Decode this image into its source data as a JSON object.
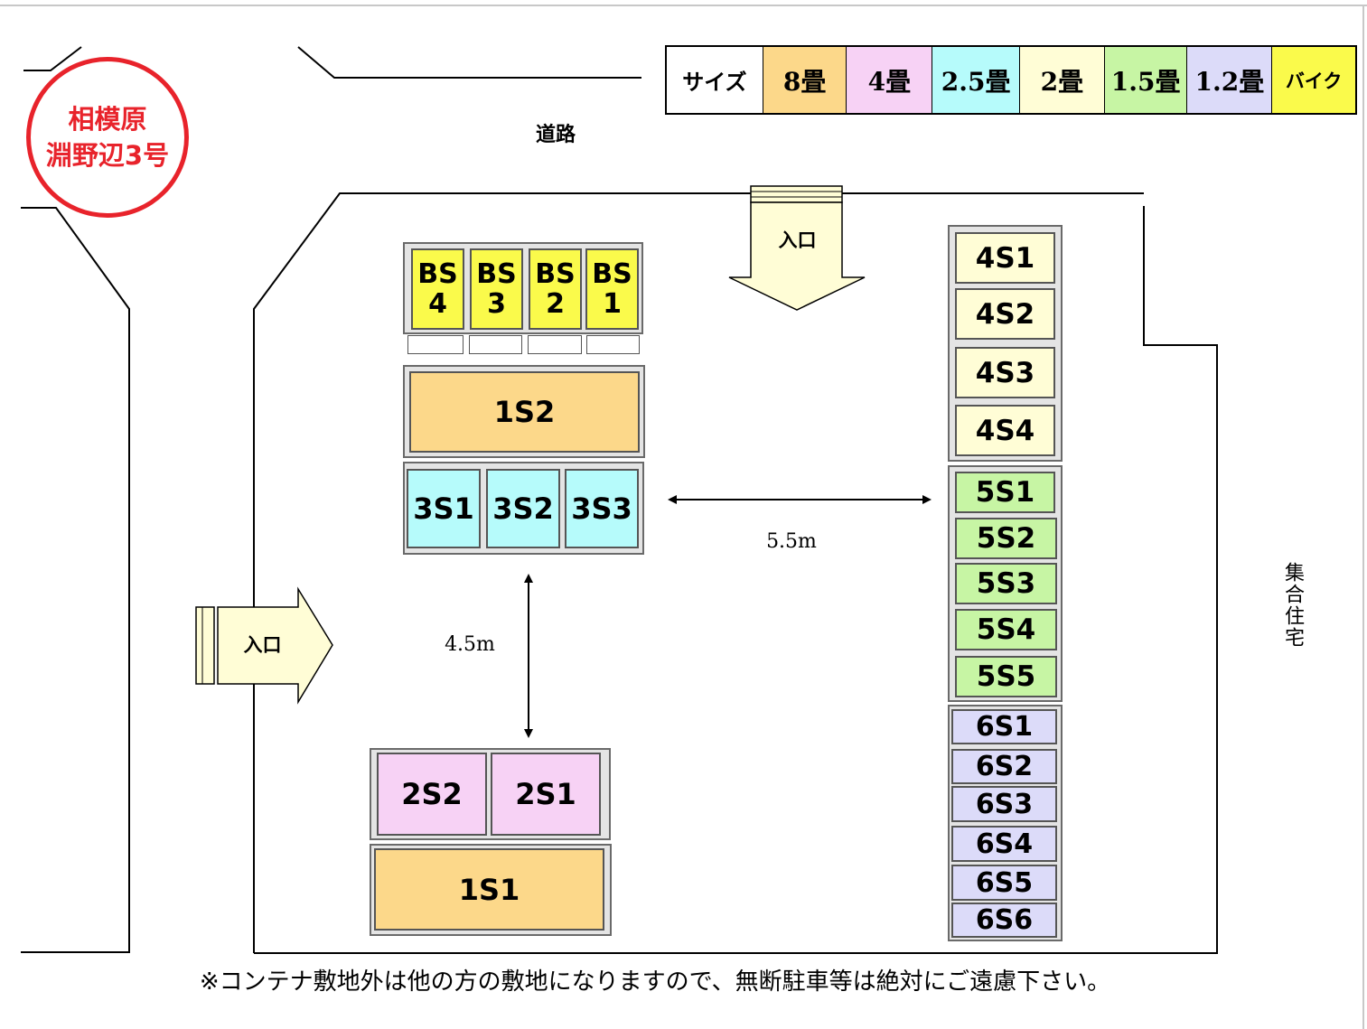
{
  "legend": {
    "items": [
      {
        "label": "サイズ",
        "color": "#ffffff"
      },
      {
        "label": "8畳",
        "color": "#fcd88a"
      },
      {
        "label": "4畳",
        "color": "#f7d2f5"
      },
      {
        "label": "2.5畳",
        "color": "#b6fbfb"
      },
      {
        "label": "2畳",
        "color": "#fffdd6"
      },
      {
        "label": "1.5畳",
        "color": "#c7f5a4"
      },
      {
        "label": "1.2畳",
        "color": "#dcdbf9"
      },
      {
        "label": "バイク",
        "color": "#fafa4b"
      }
    ]
  },
  "stamp": {
    "line1": "相模原",
    "line2": "淵野辺3号",
    "color": "#e8232b"
  },
  "labels": {
    "road": "道路",
    "entrance_top": "入口",
    "entrance_left": "入口",
    "dim_horizontal": "5.5m",
    "dim_vertical": "4.5m",
    "neighbor": "集合住宅",
    "footer": "※コンテナ敷地外は他の方の敷地になりますので、無断駐車等は絶対にご遠慮下さい。"
  },
  "bike": {
    "color": "#fafa4b",
    "units": [
      {
        "line1": "BS",
        "line2": "4"
      },
      {
        "line1": "BS",
        "line2": "3"
      },
      {
        "line1": "BS",
        "line2": "2"
      },
      {
        "line1": "BS",
        "line2": "1"
      }
    ]
  },
  "units": {
    "s1_top": {
      "label": "1S2",
      "color": "#fcd88a"
    },
    "s3": {
      "labels": [
        "3S1",
        "3S2",
        "3S3"
      ],
      "color": "#b6fbfb"
    },
    "s2": {
      "labels": [
        "2S2",
        "2S1"
      ],
      "color": "#f7d2f5"
    },
    "s1_bottom": {
      "label": "1S1",
      "color": "#fcd88a"
    },
    "s4": {
      "labels": [
        "4S1",
        "4S2",
        "4S3",
        "4S4"
      ],
      "color": "#fffdd6"
    },
    "s5": {
      "labels": [
        "5S1",
        "5S2",
        "5S3",
        "5S4",
        "5S5"
      ],
      "color": "#c7f5a4"
    },
    "s6": {
      "labels": [
        "6S1",
        "6S2",
        "6S3",
        "6S4",
        "6S5",
        "6S6"
      ],
      "color": "#dcdbf9"
    }
  }
}
